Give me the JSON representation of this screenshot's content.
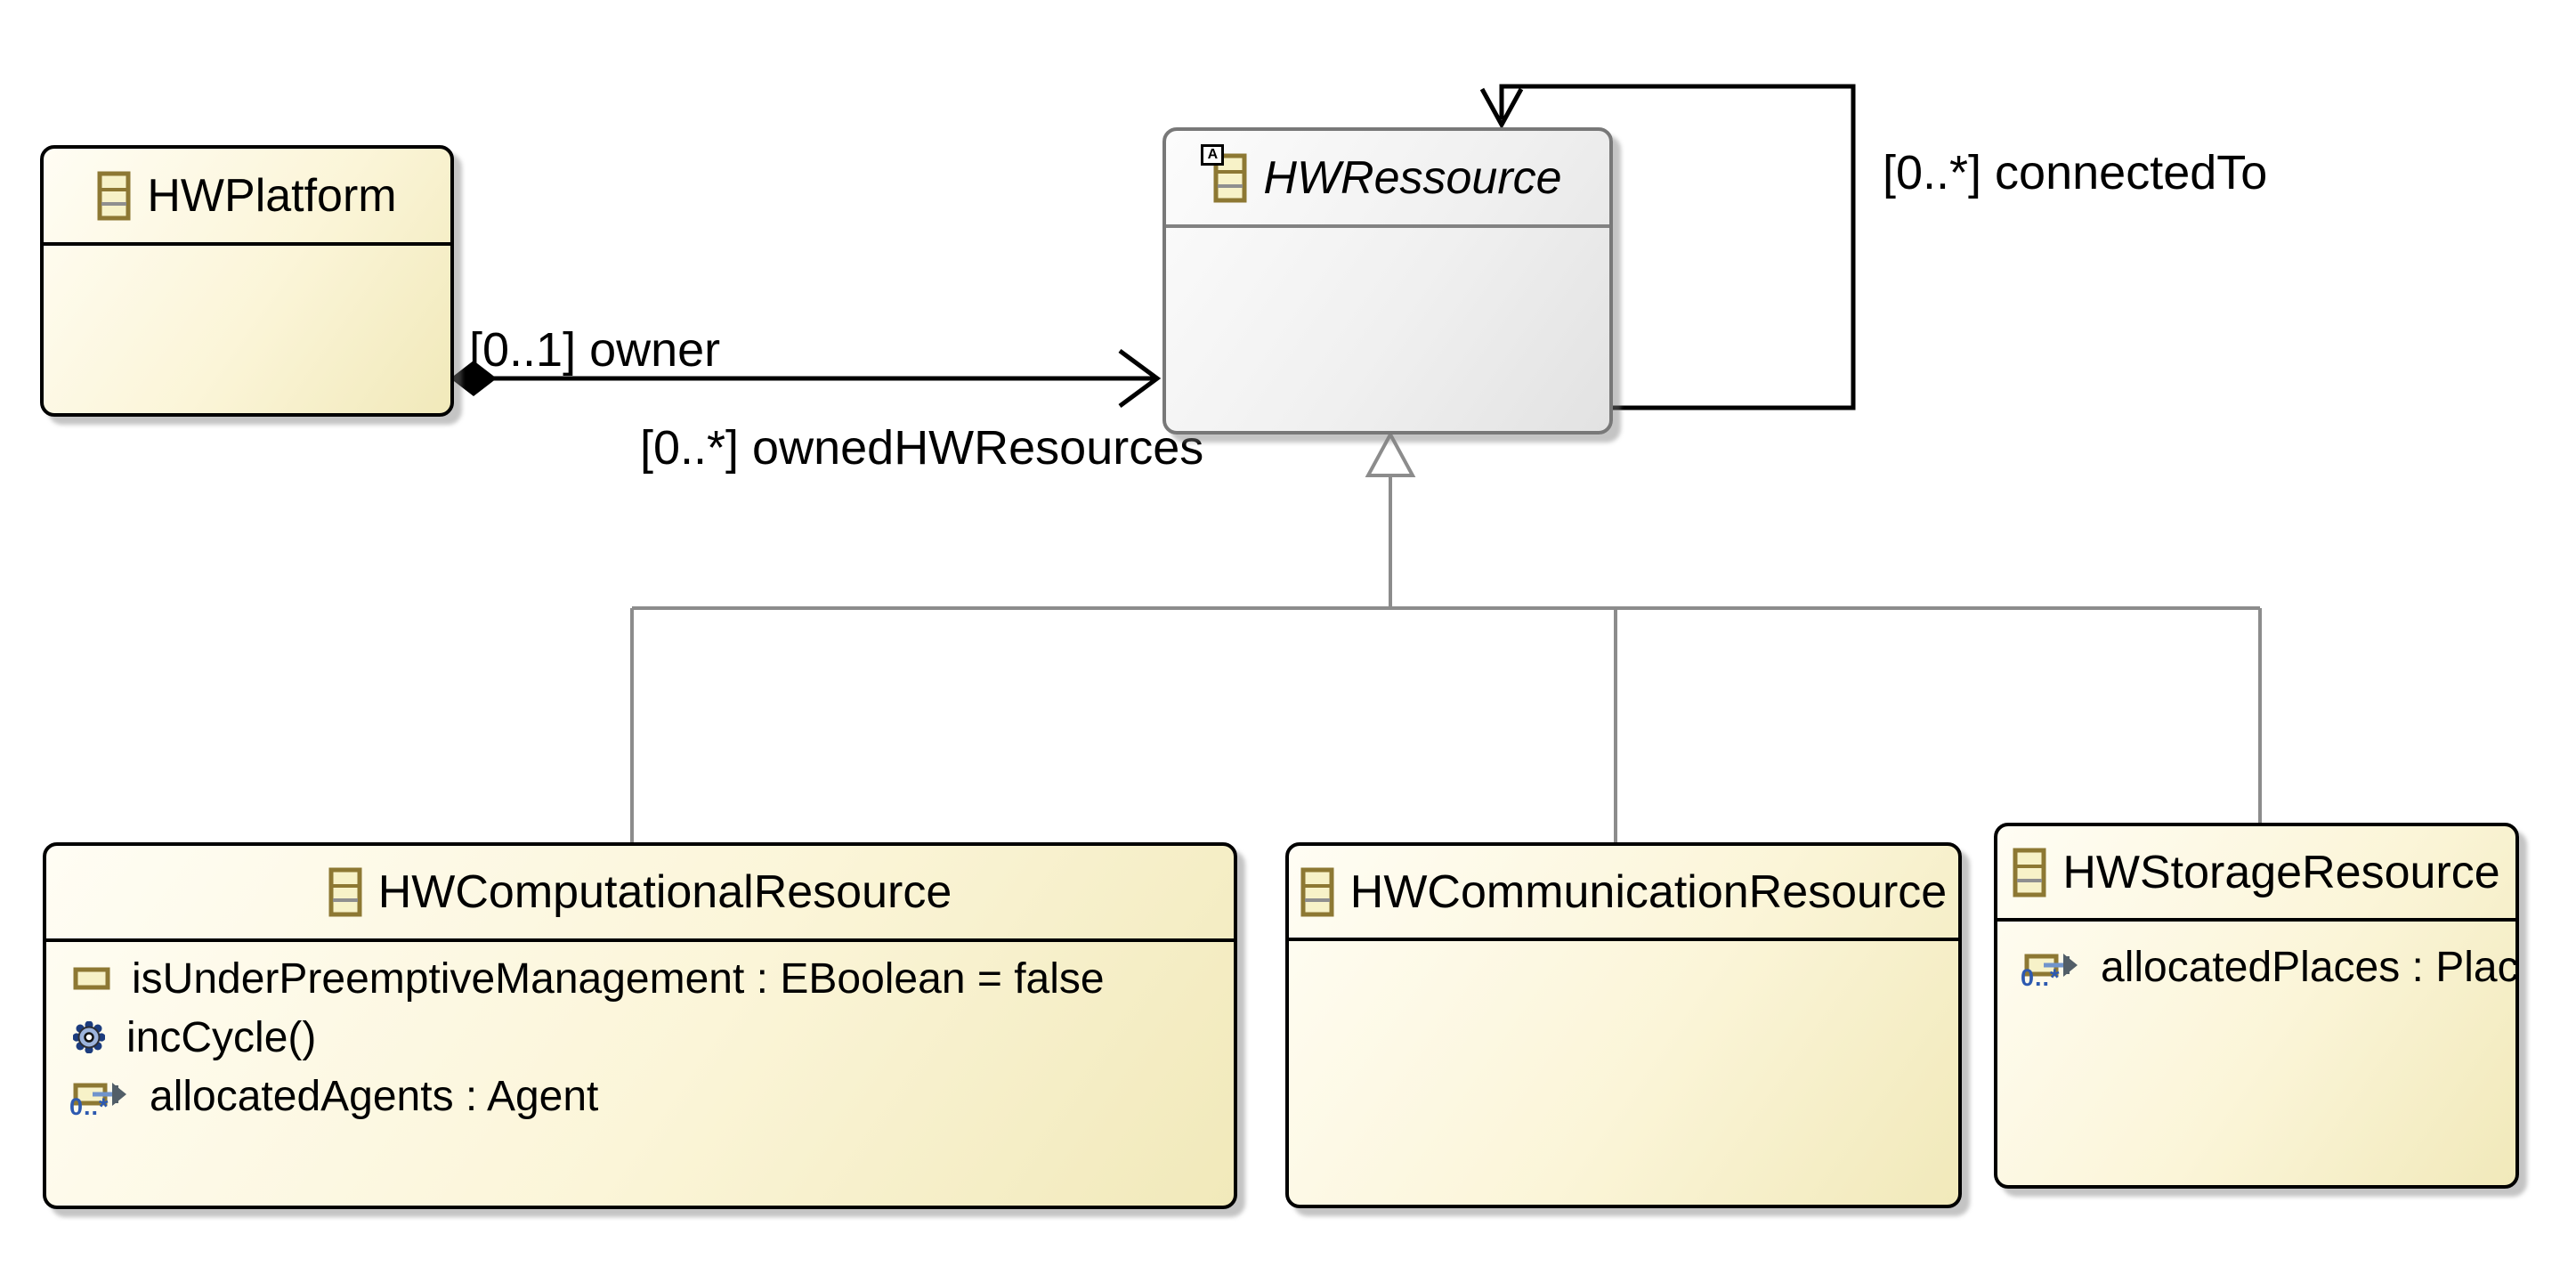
{
  "diagram": {
    "type": "uml-class-diagram",
    "background": "#ffffff",
    "colors": {
      "class_border": "#000000",
      "class_fill_start": "#fffdf4",
      "class_fill_end": "#f1e9ba",
      "abstract_border": "#787878",
      "abstract_fill_start": "#fcfcfc",
      "abstract_fill_end": "#e2e2e2",
      "generalization_gray": "#8c8c8c",
      "edge_black": "#000000",
      "icon_border_olive": "#8d7833",
      "icon_fill_cream": "#f7f2c8",
      "reference_blue": "#2d59b0"
    },
    "classes": [
      {
        "name": "HWPlatform",
        "abstract": false,
        "members": []
      },
      {
        "name": "HWRessource",
        "abstract": true,
        "abstract_badge": "A",
        "members": []
      },
      {
        "name": "HWComputationalResource",
        "abstract": false,
        "members": [
          {
            "kind": "attribute",
            "label": "isUnderPreemptiveManagement : EBoolean = false"
          },
          {
            "kind": "operation",
            "label": "incCycle()"
          },
          {
            "kind": "reference",
            "label": "allocatedAgents : Agent",
            "multiplicity": "0..*"
          }
        ]
      },
      {
        "name": "HWCommunicationResource",
        "abstract": false,
        "members": []
      },
      {
        "name": "HWStorageResource",
        "abstract": false,
        "members": [
          {
            "kind": "reference",
            "label": "allocatedPlaces : Place",
            "multiplicity": "0..*"
          }
        ]
      }
    ],
    "edges": [
      {
        "type": "composition",
        "from": "HWPlatform",
        "to": "HWRessource",
        "label_source": "[0..1] owner",
        "label_target": "[0..*] ownedHWResources"
      },
      {
        "type": "reference-self",
        "from": "HWRessource",
        "to": "HWRessource",
        "label": "[0..*] connectedTo"
      },
      {
        "type": "generalization",
        "from": "HWComputationalResource",
        "to": "HWRessource"
      },
      {
        "type": "generalization",
        "from": "HWCommunicationResource",
        "to": "HWRessource"
      },
      {
        "type": "generalization",
        "from": "HWStorageResource",
        "to": "HWRessource"
      }
    ]
  }
}
